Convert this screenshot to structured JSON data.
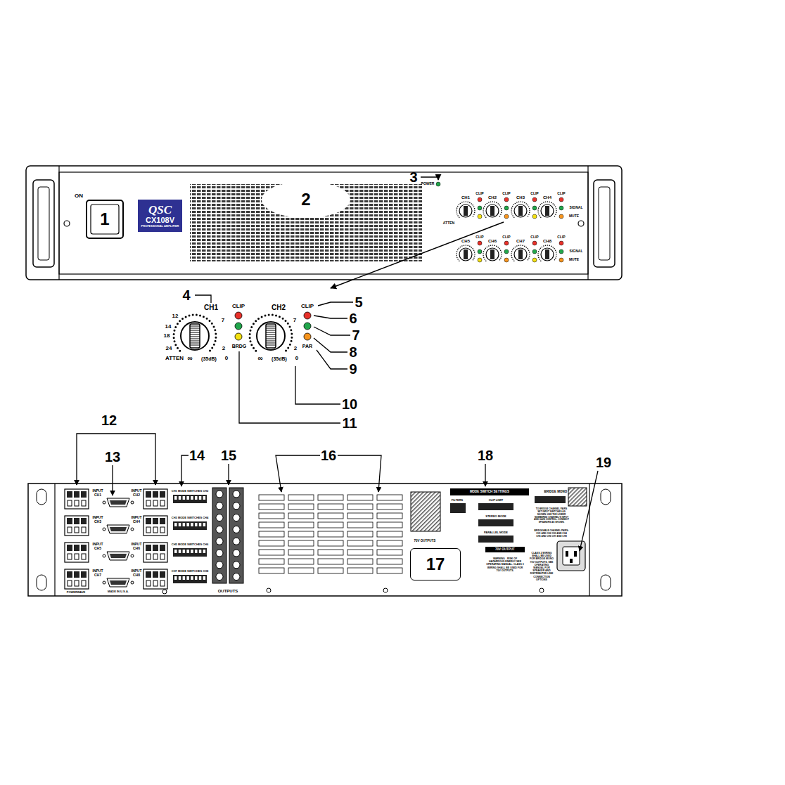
{
  "diagram": {
    "nodes": [
      {
        "text": [
          "1"
        ]
      },
      {
        "text": [
          "QSC",
          "CX108V",
          "PROFESSIONAL AMPLIFIER"
        ]
      },
      {
        "text": [
          "2"
        ]
      },
      {
        "text": [
          "17"
        ]
      }
    ],
    "labels": [
      "ON",
      "POWER",
      "3",
      "CH1",
      "CH2",
      "CH3",
      "CH4",
      "CH5",
      "CH6",
      "CH7",
      "CH8",
      "CLIP",
      "CLIP",
      "CLIP",
      "CLIP",
      "CLIP",
      "CLIP",
      "CLIP",
      "CLIP",
      "ATTEN",
      "SIGNAL",
      "MUTE",
      "SIGNAL",
      "MUTE",
      "4",
      "CH1",
      "CLIP",
      "12",
      "14",
      "18",
      "24",
      "ATTEN",
      "∞",
      "(35dB)",
      "0",
      "7",
      "2",
      "BRDG",
      "CH2",
      "CLIP",
      "7",
      "2",
      "∞",
      "(35dB)",
      "0",
      "PAR",
      "5",
      "6",
      "7",
      "8",
      "9",
      "10",
      "11",
      "12",
      "13",
      "14",
      "15",
      "16",
      "18",
      "19",
      "INPUT",
      "CH1",
      "INPUT",
      "CH2",
      "INPUT",
      "CH3",
      "INPUT",
      "CH4",
      "INPUT",
      "CH5",
      "INPUT",
      "CH6",
      "INPUT",
      "CH7",
      "INPUT",
      "CH8",
      "CH1 MODE SWITCHES CH2",
      "CH3 MODE SWITCHES CH4",
      "CH5 MODE SWITCHES CH6",
      "CH7 MODE SWITCHES CH8",
      "OUTPUTS",
      "MADE IN U.S.A.",
      "POWERWAVE",
      "MODE SWITCH SETTINGS",
      "FILTERS",
      "CLIP LIMIT",
      "STEREO MODE",
      "PARALLEL MODE",
      "BRIDGE MONO",
      "70V OUTPUTS",
      "70V OUTPUT",
      "WARNING - RISK OF HAZARDOUS ENERGY SEE OPERATING MANUAL. CLASS 3 WIRING SHALL BE USED FOR 70V OUTPUTS.",
      "CLASS 2 WIRING SHALL BE USED FOR BRIDGE MONO 70V OUTPUTS. SEE OPERATING MANUAL FOR SPEAKER AND DISTRIBUTED LINE CONNECTION OPTIONS",
      "TO BRIDGE CHANNEL PAIRS SET INPUT SWITCHES AS SHOWN. USE THE LOWER NUMBERED CHANNEL'S INPUT AND GAIN CONTROL. CONNECT SPEAKERS AS SHOWN.",
      "BRIDGEABLE CHANNEL PAIRS: CH1 AND CH2 CH3 AND CH4 CH5 AND CH6 CH7 AND CH8"
    ]
  }
}
